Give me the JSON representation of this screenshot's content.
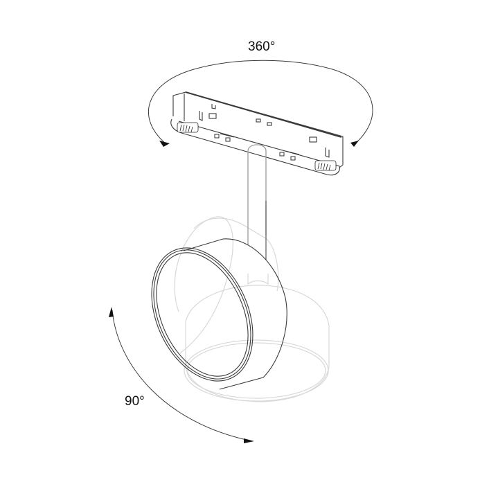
{
  "diagram": {
    "subject": "track spotlight with rotating head",
    "annotations": [
      {
        "id": "horizontal-rotation",
        "text": "360°",
        "description": "rotation around track axis"
      },
      {
        "id": "vertical-tilt",
        "text": "90°",
        "description": "tilt of the lamp head"
      }
    ],
    "colors": {
      "primary_line": "#3a3a3a",
      "ghost_line": "#d6d6d6",
      "stem_line": "#9a9a9a",
      "background": "#ffffff"
    }
  }
}
